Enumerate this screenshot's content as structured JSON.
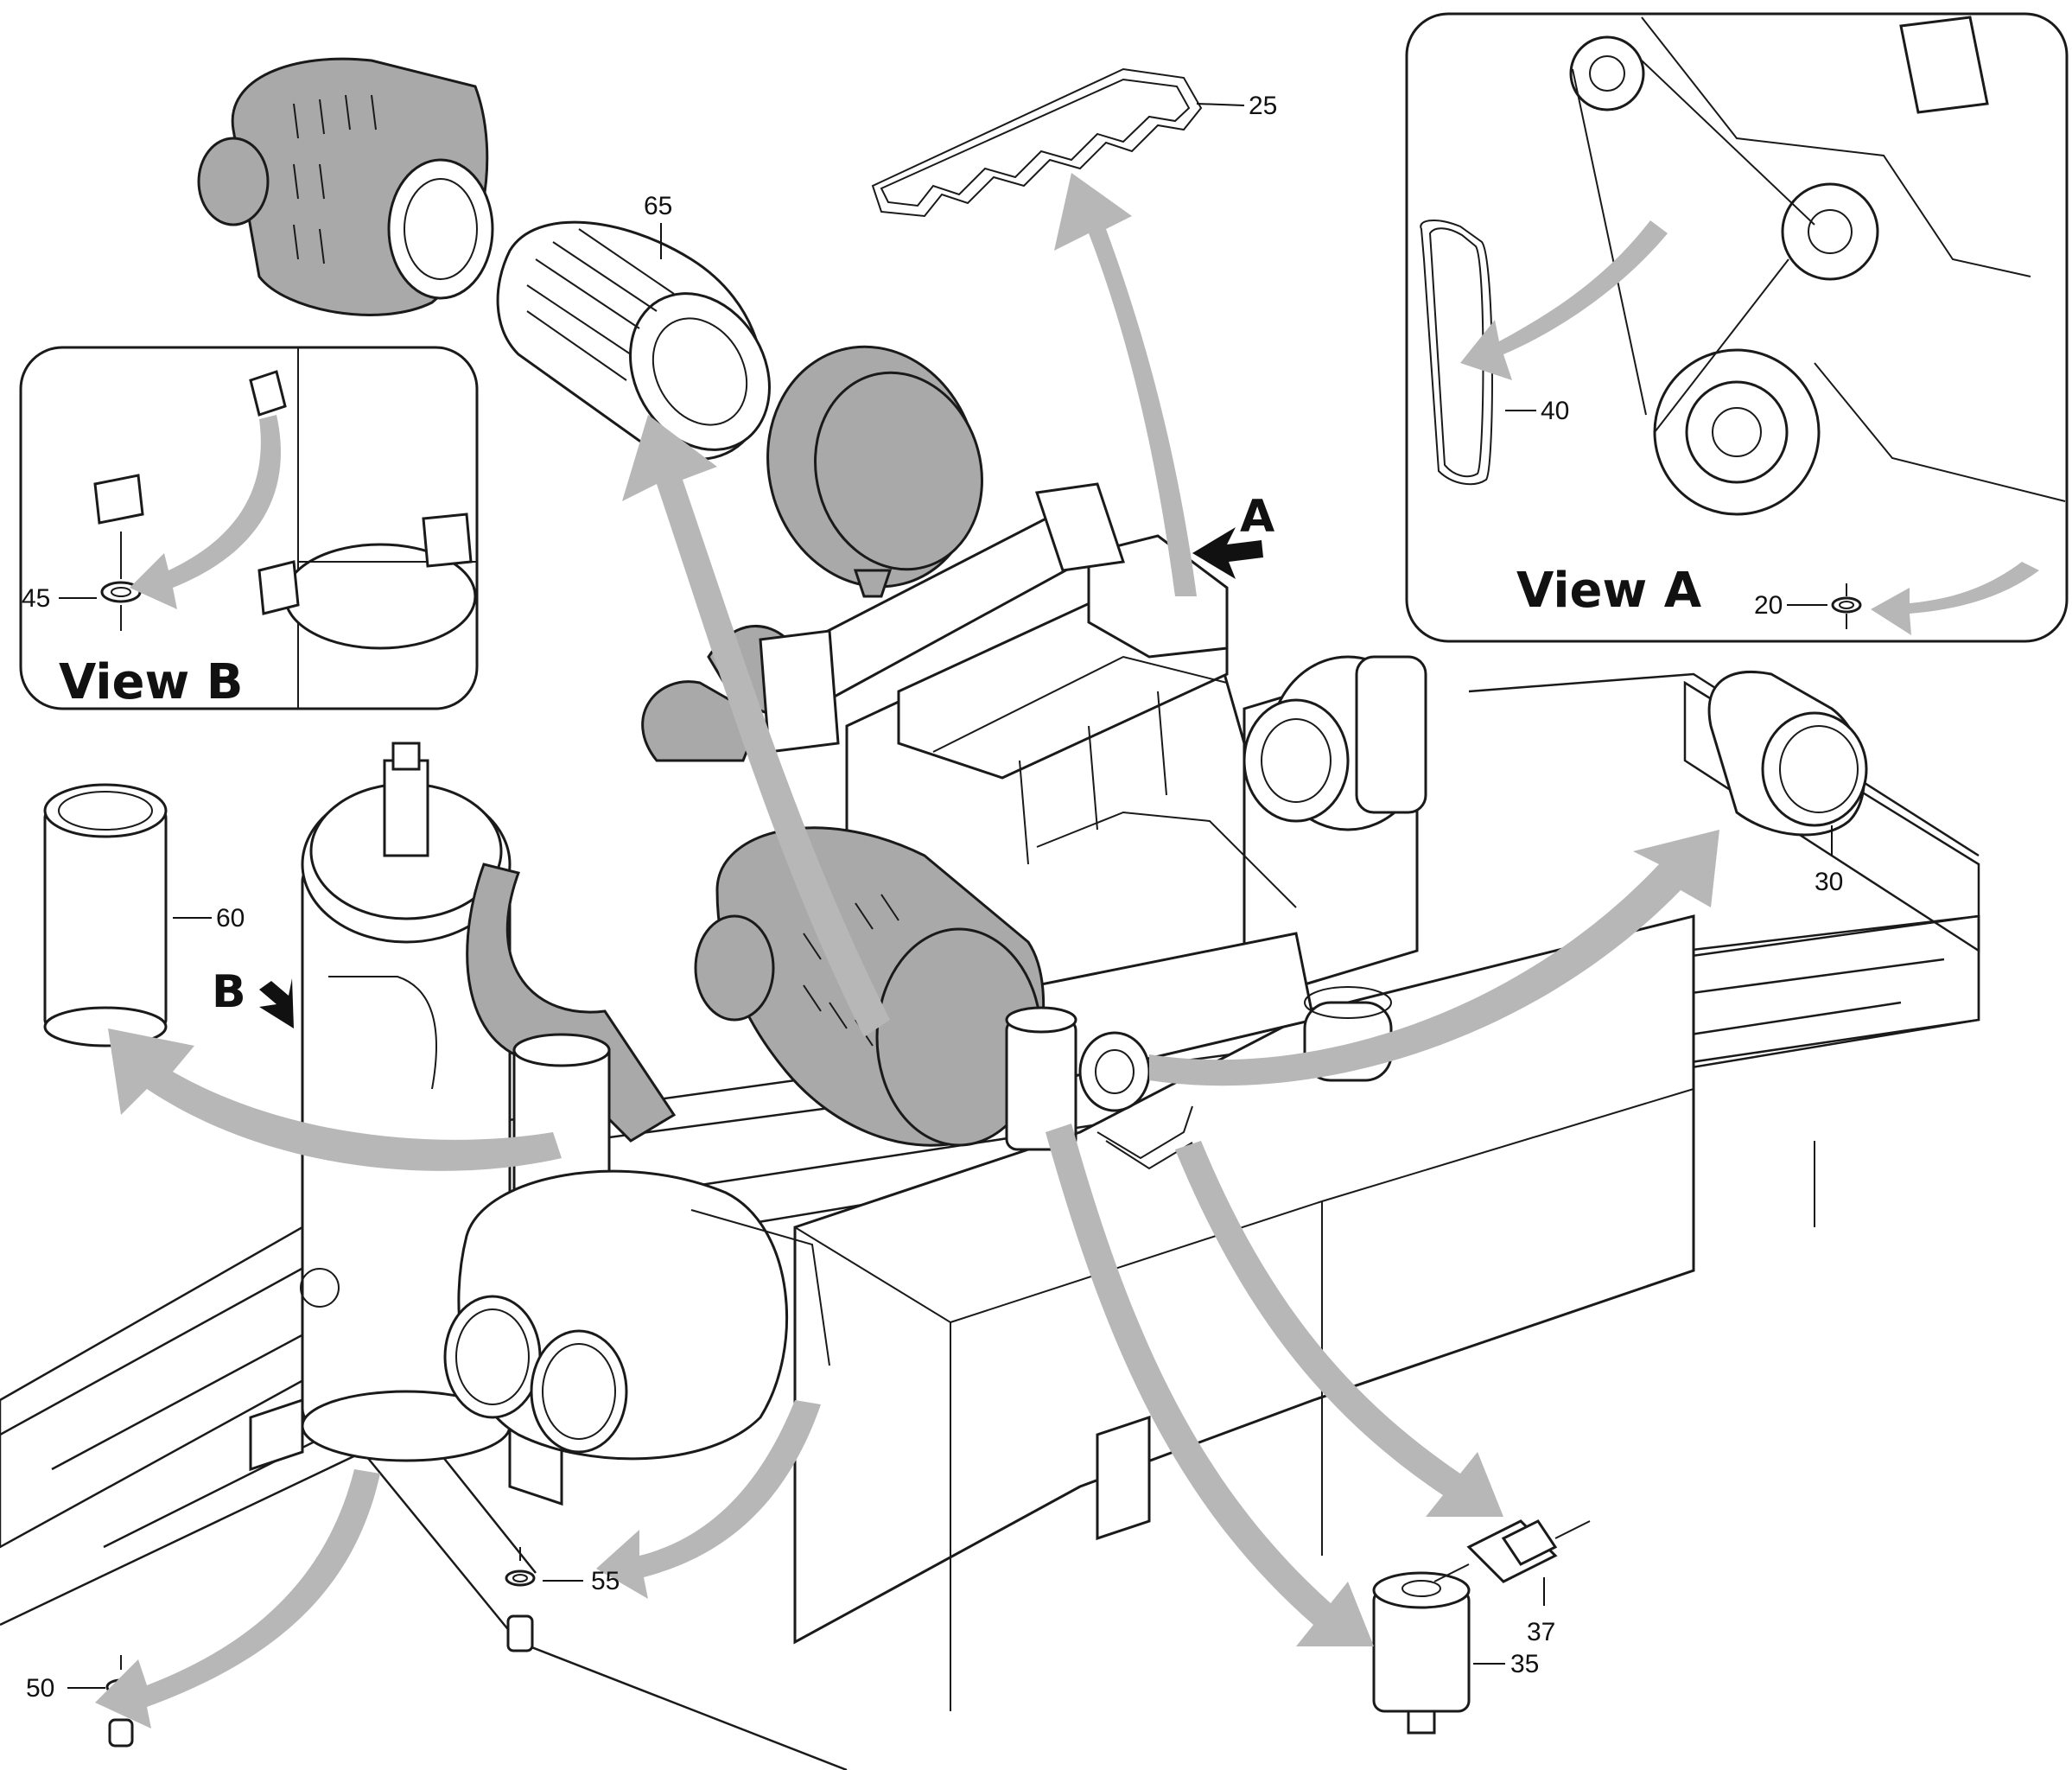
{
  "views": {
    "view_a": "View A",
    "view_b": "View B"
  },
  "view_markers": {
    "a": "A",
    "b": "B"
  },
  "callouts": {
    "c20": "20",
    "c25": "25",
    "c30": "30",
    "c35": "35",
    "c37": "37",
    "c40": "40",
    "c45": "45",
    "c50": "50",
    "c55": "55",
    "c60": "60",
    "c65": "65"
  },
  "colors": {
    "line": "#1a1a1a",
    "part_fill_grey": "#a9a9a9",
    "arrow_grey": "#b7b7b7",
    "background": "#ffffff"
  }
}
